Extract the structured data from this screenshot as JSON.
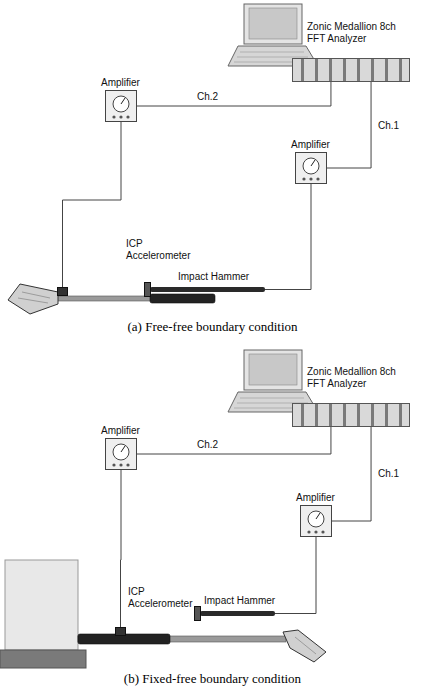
{
  "diagram": {
    "nodes": [
      {
        "text": [
          "Zonic Medallion 8ch FFT Analyzer"
        ]
      },
      {
        "text": [
          "Amplifier"
        ]
      },
      {
        "text": [
          "Amplifier"
        ]
      },
      {
        "text": [
          "ICP Accelerometer"
        ]
      },
      {
        "text": [
          "Impact Hammer"
        ]
      },
      {
        "text": [
          "Zonic Medallion 8ch FFT Analyzer"
        ]
      },
      {
        "text": [
          "Amplifier"
        ]
      },
      {
        "text": [
          "Amplifier"
        ]
      },
      {
        "text": [
          "ICP Accelerometer"
        ]
      },
      {
        "text": [
          "Impact Hammer"
        ]
      }
    ],
    "edges": [
      {
        "from": 3,
        "to": 1,
        "arrow": "none"
      },
      {
        "from": 1,
        "to": 0,
        "label": "Ch.2",
        "arrow": "none"
      },
      {
        "from": 4,
        "to": 2,
        "arrow": "none"
      },
      {
        "from": 2,
        "to": 0,
        "label": "Ch.1",
        "arrow": "none"
      },
      {
        "from": 8,
        "to": 6,
        "arrow": "none"
      },
      {
        "from": 6,
        "to": 5,
        "label": "Ch.2",
        "arrow": "none"
      },
      {
        "from": 9,
        "to": 7,
        "arrow": "none"
      },
      {
        "from": 7,
        "to": 5,
        "label": "Ch.1",
        "arrow": "none"
      }
    ],
    "labels": [
      "(a) Free-free boundary condition",
      "(b) Fixed-free boundary condition"
    ]
  }
}
